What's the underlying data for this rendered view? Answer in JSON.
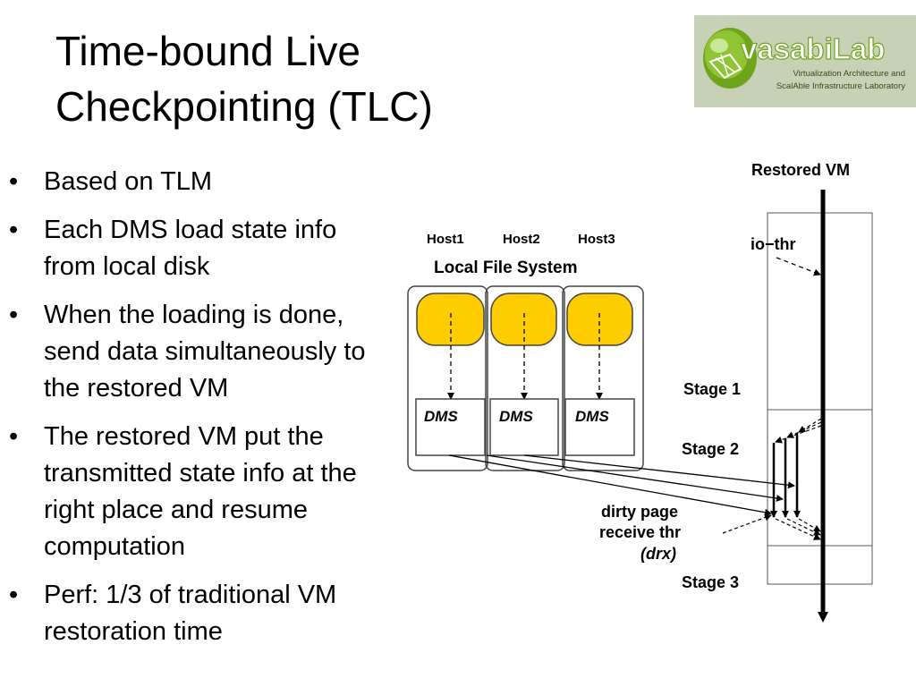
{
  "slide": {
    "title_line1": "Time-bound Live",
    "title_line2": "Checkpointing (TLC)",
    "bullets": [
      "Based on TLM",
      "Each DMS load state info from local disk",
      "When the loading is done, send data simultaneously to the restored VM",
      "The restored VM put the transmitted state info at the right place and resume computation",
      "Perf: 1/3 of traditional VM restoration time"
    ]
  },
  "logo": {
    "name": "vasabiLab",
    "subtitle_line1": "Virtualization Architecture and",
    "subtitle_line2": "ScalAble Infrastructure Laboratory",
    "colors": {
      "background": "#c7d1b5",
      "green": "#7fb51f",
      "text_dark": "#3a4a1a"
    }
  },
  "diagram": {
    "restored_vm": "Restored VM",
    "hosts": [
      "Host1",
      "Host2",
      "Host3"
    ],
    "local_fs": "Local File System",
    "dms": [
      "DMS",
      "DMS",
      "DMS"
    ],
    "io_thr": "io−thr",
    "stage1": "Stage 1",
    "stage2": "Stage 2",
    "stage3": "Stage 3",
    "dirty_page_line1": "dirty page",
    "dirty_page_line2": "receive thr",
    "drx": "(drx)",
    "colors": {
      "disk_fill": "#ffcc00",
      "line": "#000000",
      "box_border": "#444444"
    }
  }
}
